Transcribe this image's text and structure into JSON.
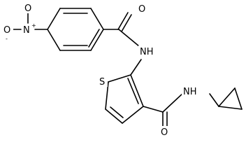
{
  "molecule": {
    "atoms": {
      "o_nitro_left": "O",
      "o_nitro_left_charge": "-",
      "n_nitro": "N",
      "n_nitro_charge": "+",
      "o_nitro_top": "O",
      "o_amide1": "O",
      "nh_amide1": "NH",
      "s_thiophene": "S",
      "nh_amide2": "NH",
      "o_amide2": "O"
    }
  }
}
